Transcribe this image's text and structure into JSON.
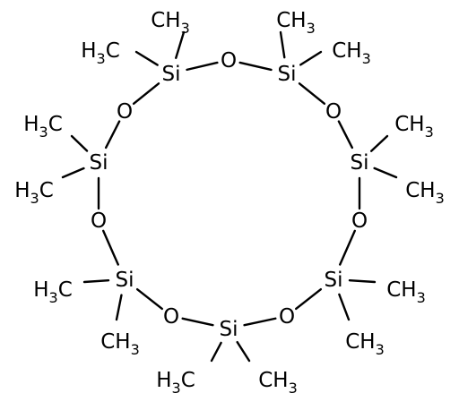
{
  "molecule": {
    "colors": {
      "bond": "#000000",
      "text": "#000000",
      "background": "#ffffff"
    },
    "atoms": [
      {
        "id": "si1",
        "element": "Si",
        "label": "Si"
      },
      {
        "id": "o1",
        "element": "O",
        "label": "O"
      },
      {
        "id": "si2",
        "element": "Si",
        "label": "Si"
      },
      {
        "id": "o2",
        "element": "O",
        "label": "O"
      },
      {
        "id": "si3",
        "element": "Si",
        "label": "Si"
      },
      {
        "id": "o3",
        "element": "O",
        "label": "O"
      },
      {
        "id": "si4",
        "element": "Si",
        "label": "Si"
      },
      {
        "id": "o4",
        "element": "O",
        "label": "O"
      },
      {
        "id": "si5",
        "element": "Si",
        "label": "Si"
      },
      {
        "id": "o5",
        "element": "O",
        "label": "O"
      },
      {
        "id": "si6",
        "element": "Si",
        "label": "Si"
      },
      {
        "id": "o6",
        "element": "O",
        "label": "O"
      }
    ],
    "methyls": [
      {
        "id": "m1a",
        "label": "CH",
        "sub": "3"
      },
      {
        "id": "m1b",
        "label": "H",
        "sub": "3",
        "label2": "C"
      },
      {
        "id": "m2a",
        "label": "CH",
        "sub": "3"
      },
      {
        "id": "m2b",
        "label": "CH",
        "sub": "3"
      },
      {
        "id": "m3a",
        "label": "CH",
        "sub": "3"
      },
      {
        "id": "m3b",
        "label": "CH",
        "sub": "3"
      },
      {
        "id": "m4a",
        "label": "CH",
        "sub": "3"
      },
      {
        "id": "m4b",
        "label": "CH",
        "sub": "3"
      },
      {
        "id": "m5a",
        "label": "H",
        "sub": "3",
        "label2": "C"
      },
      {
        "id": "m5b",
        "label": "CH",
        "sub": "3"
      },
      {
        "id": "m6a",
        "label": "H",
        "sub": "3",
        "label2": "C"
      },
      {
        "id": "m6b",
        "label": "CH",
        "sub": "3"
      },
      {
        "id": "m7a",
        "label": "H",
        "sub": "3",
        "label2": "C"
      },
      {
        "id": "m7b",
        "label": "H",
        "sub": "3",
        "label2": "C"
      }
    ]
  }
}
